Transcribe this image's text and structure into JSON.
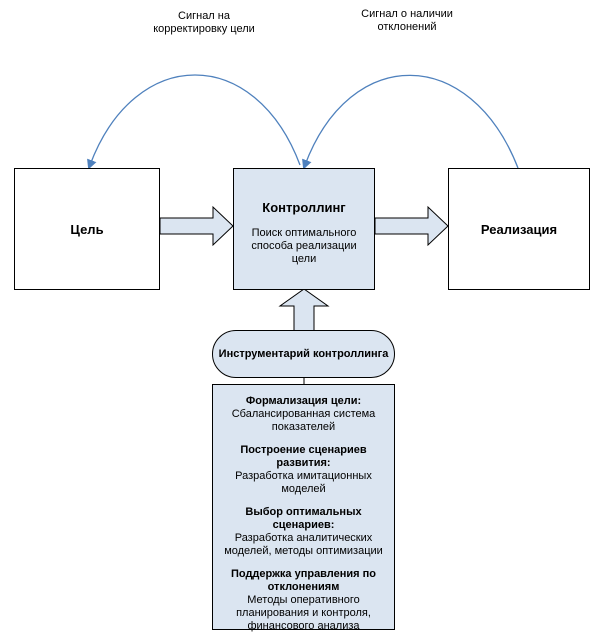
{
  "signals": {
    "correction": "Сигнал на корректировку цели",
    "deviation": "Сигнал о наличии отклонений"
  },
  "boxes": {
    "goal": "Цель",
    "controlling_title": "Контроллинг",
    "controlling_sub": "Поиск оптимального способа реализации цели",
    "realization": "Реализация",
    "toolkit": "Инструментарий контроллинга"
  },
  "sections": [
    {
      "title": "Формализация цели:",
      "body": "Сбалансированная система показателей"
    },
    {
      "title": "Построение сценариев развития:",
      "body": "Разработка имитационных моделей"
    },
    {
      "title": "Выбор оптимальных сценариев:",
      "body": "Разработка аналитических моделей, методы оптимизации"
    },
    {
      "title": "Поддержка управления по отклонениям",
      "body": "Методы оперативного планирования и контроля, финансового анализа"
    }
  ],
  "colors": {
    "fill": "#dbe5f1",
    "stroke": "#000000",
    "arc": "#4f81bd"
  }
}
